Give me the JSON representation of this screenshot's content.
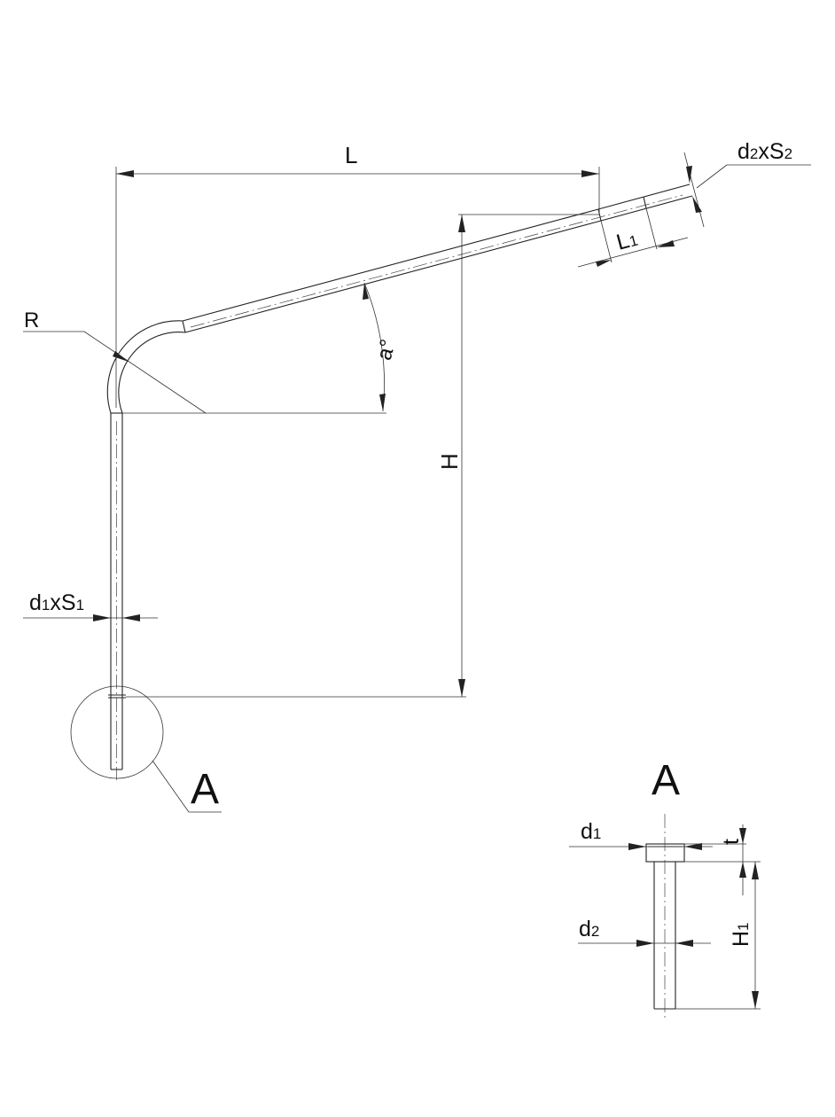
{
  "labels": {
    "L": "L",
    "d2xS2_pre": "d",
    "d2xS2_sub1": "2",
    "d2xS2_mid": "xS",
    "d2xS2_sub2": "2",
    "L1_main": "L",
    "L1_sub": "1",
    "R": "R",
    "alpha": "a°",
    "H": "H",
    "d1xS1_pre": "d",
    "d1xS1_sub1": "1",
    "d1xS1_mid": "xS",
    "d1xS1_sub2": "1",
    "A_callout": "A",
    "A_detail": "A",
    "d1_main": "d",
    "d1_sub": "1",
    "t": "t",
    "d2_main": "d",
    "d2_sub": "2",
    "H1_main": "H",
    "H1_sub": "1"
  }
}
